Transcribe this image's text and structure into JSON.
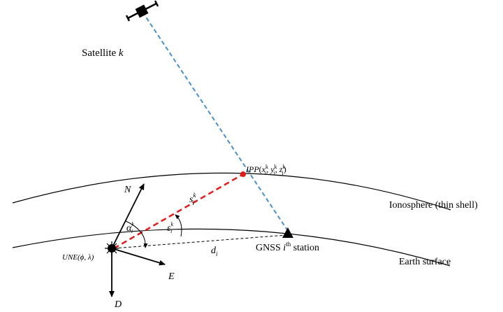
{
  "labels": {
    "satellite_prefix": "Satellite ",
    "satellite_var": "k",
    "ipp_prefix": "IPP",
    "ipp_open": "(",
    "ipp_x": "x",
    "ipp_y": "y",
    "ipp_z": "z",
    "ipp_sub": "i",
    "ipp_sup": "k",
    "ipp_sep": ", ",
    "ipp_close": ")",
    "ionosphere": "Ionosphere (thin shell)",
    "earth_surface": "Earth surface",
    "station_prefix": "GNSS ",
    "station_i": "i",
    "station_th": "th",
    "station_suffix": " station",
    "slant_s": "s",
    "slant_sub": "i",
    "slant_sup": "k",
    "alpha": "α",
    "alpha_sub": "i",
    "alpha_sup": "k",
    "epsilon": "ε",
    "epsilon_sub": "i",
    "epsilon_sup": "k",
    "distance": "d",
    "distance_sub": "i",
    "une": "UNE(ϕ, λ)",
    "axis_n": "N",
    "axis_e": "E",
    "axis_d": "D"
  },
  "colors": {
    "satellite_line": "#4a90c8",
    "slant_line": "#e21b1b",
    "ipp_point": "#e21b1b",
    "curves": "#000000"
  }
}
